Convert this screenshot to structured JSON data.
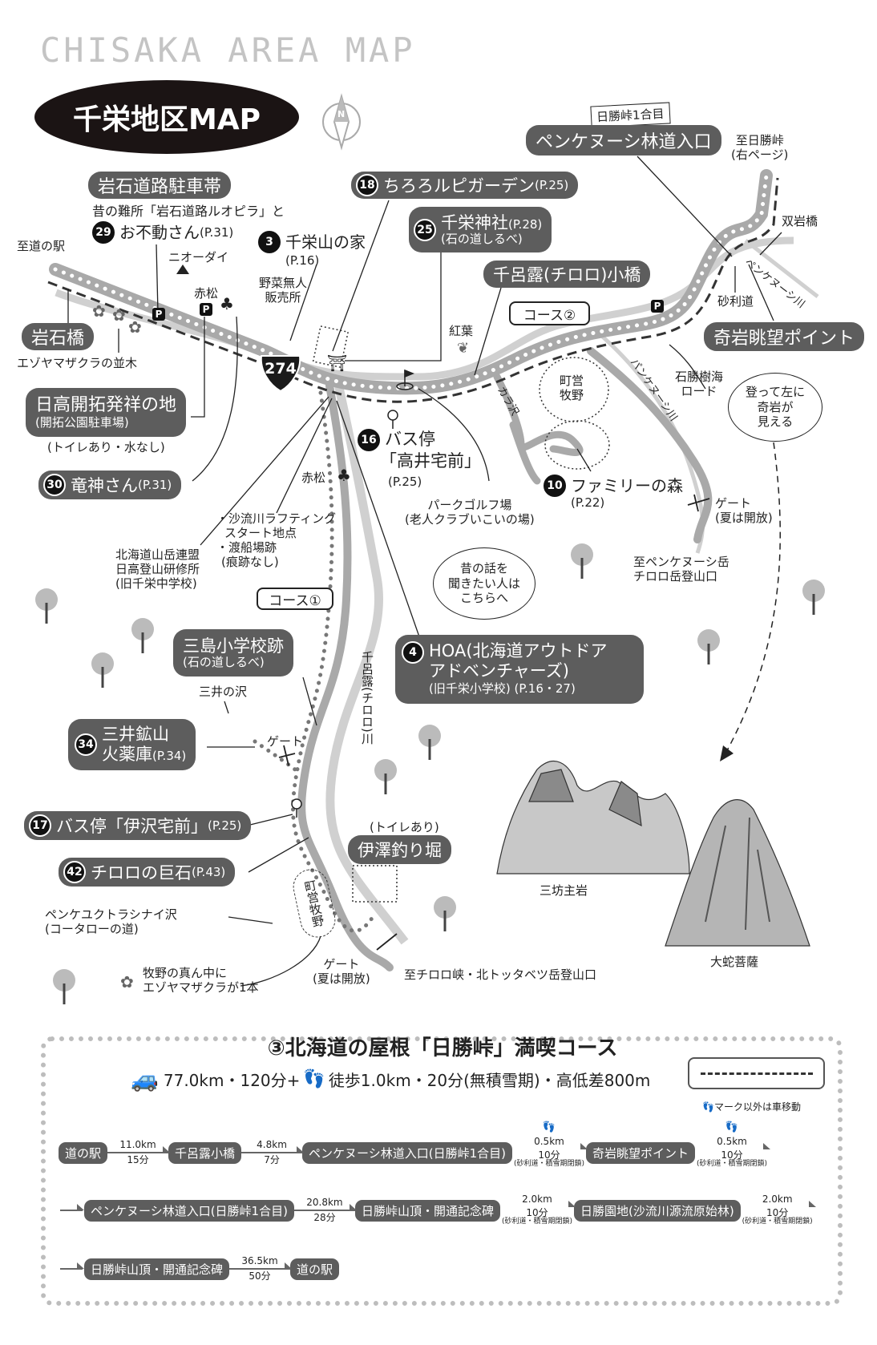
{
  "header": {
    "title_en": "CHISAKA AREA MAP",
    "title_jp": "千栄地区MAP",
    "compass": "N"
  },
  "map": {
    "iwaishi_parking": "岩石道路駐車帯",
    "fudou_note": "昔の難所「岩石道路ルオピラ」と",
    "fudou": {
      "num": "29",
      "name": "お不動さん",
      "page": "(P.31)"
    },
    "to_michinoeki": "至道の駅",
    "nioodai": "ニオーダイ",
    "akamatsu_1": "赤松",
    "chisakayama": {
      "num": "3",
      "name": "千栄山の家",
      "page": "(P.16)"
    },
    "vegetable_stand": [
      "野菜無人",
      "販売所"
    ],
    "iwaishi_bridge": "岩石橋",
    "ezoyamazakura_row": "エゾヤマザクラの並木",
    "route_number": "274",
    "hidaka_kaitaku": {
      "name": "日高開拓発祥の地",
      "sub": "(開拓公園駐車場)",
      "note": "(トイレあり・水なし)"
    },
    "ryujin": {
      "num": "30",
      "name": "竜神さん",
      "page": "(P.31)"
    },
    "chiroro_garden": {
      "num": "18",
      "name": "ちろろルピガーデン",
      "page": "(P.25)"
    },
    "chisaka_shrine": {
      "num": "25",
      "name": "千栄神社",
      "page": "(P.28)",
      "sub": "(石の道しるべ)"
    },
    "chiroro_kobashi": "千呂露(チロロ)小橋",
    "hidaka_1gome": "日勝峠1合目",
    "penkenushi_entrance": "ペンケヌーシ林道入口",
    "to_nissho": [
      "至日勝峠",
      "(右ページ)"
    ],
    "souganbashi": "双岩橋",
    "penkenushi_river": "ペンケヌーシ川",
    "jarimichi": "砂利道",
    "parking_icon": "P",
    "course2": "コース②",
    "kouyou": "紅葉",
    "kigan_point": "奇岩眺望ポイント",
    "sekisho_road": [
      "石勝樹海",
      "ロード"
    ],
    "pankenushi_river": "パンケヌーシ川",
    "kigan_bubble": [
      "登って左に",
      "奇岩が",
      "見える"
    ],
    "chouei_bokuya": [
      "町営",
      "牧野"
    ],
    "karasawa": "カラ沢",
    "bus_takai": {
      "num": "16",
      "name": "バス停",
      "sub": "「高井宅前」",
      "page": "(P.25)"
    },
    "family_forest": {
      "num": "10",
      "name": "ファミリーの森",
      "page": "(P.22)"
    },
    "park_golf": [
      "パークゴルフ場",
      "(老人クラブいこいの場)"
    ],
    "gate_1": [
      "ゲート",
      "(夏は開放)"
    ],
    "akamatsu_2": "赤松",
    "rafting": [
      "・沙流川ラフティング",
      "スタート地点",
      "・渡船場跡",
      "(痕跡なし)"
    ],
    "mountain_club": [
      "北海道山岳連盟",
      "日高登山研修所",
      "(旧千栄中学校)"
    ],
    "story_bubble": [
      "昔の話を",
      "聞きたい人は",
      "こちらへ"
    ],
    "to_penkenushi_dake": [
      "至ペンケヌーシ岳",
      "チロロ岳登山口"
    ],
    "course1": "コース①",
    "mishima_school": {
      "name": "三島小学校跡",
      "sub": "(石の道しるべ)"
    },
    "hoa": {
      "num": "4",
      "line1": "HOA(北海道アウトドア",
      "line2": "アドベンチャーズ)",
      "sub": "(旧千栄小学校) (P.16・27)"
    },
    "mitsui_sawa": "三井の沢",
    "mitsui_mine": {
      "num": "34",
      "line1": "三井鉱山",
      "line2": "火薬庫",
      "page": "(P.34)"
    },
    "gate_2": "ゲート",
    "chiroro_river": "千呂露(チロロ)川",
    "bus_izawa": {
      "num": "17",
      "name": "バス停「伊沢宅前」",
      "page": "(P.25)"
    },
    "izawa_toilet": "(トイレあり)",
    "izawa_pond": "伊澤釣り堀",
    "chiroro_rock": {
      "num": "42",
      "name": "チロロの巨石",
      "page": "(P.43)"
    },
    "chouei_bokuya_2": "町営牧野",
    "penke_sawa": [
      "ペンケユクトラシナイ沢",
      "(コータローの道)"
    ],
    "sakura_single": [
      "牧野の真ん中に",
      "エゾヤマザクラが1本"
    ],
    "gate_3": [
      "ゲート",
      "(夏は開放)"
    ],
    "to_chiroro": "至チロロ峡・北トッタベツ岳登山口",
    "sanbouzu": "三坊主岩",
    "daija_bosatsu": "大蛇菩薩"
  },
  "course": {
    "title": "③北海道の屋根「日勝峠」満喫コース",
    "car_summary": "77.0km・120分+",
    "walk_summary": "徒歩1.0km・20分(無積雪期)・高低差800m",
    "legend_note": "マーク以外は車移動",
    "rows": [
      {
        "lead": false,
        "items": [
          {
            "type": "stop",
            "label": "道の駅"
          },
          {
            "type": "leg",
            "dist": "11.0km",
            "time": "15分"
          },
          {
            "type": "stop",
            "label": "千呂露小橋"
          },
          {
            "type": "leg",
            "dist": "4.8km",
            "time": "7分"
          },
          {
            "type": "stop",
            "label": "ペンケヌーシ林道入口(日勝峠1合目)"
          },
          {
            "type": "leg",
            "dist": "0.5km",
            "time": "10分",
            "note": "(砂利道・積雪期閉鎖)",
            "walk": true
          },
          {
            "type": "stop",
            "label": "奇岩眺望ポイント"
          },
          {
            "type": "leg",
            "dist": "0.5km",
            "time": "10分",
            "note": "(砂利道・積雪期閉鎖)",
            "walk": true
          }
        ]
      },
      {
        "lead": true,
        "items": [
          {
            "type": "stop",
            "label": "ペンケヌーシ林道入口(日勝峠1合目)"
          },
          {
            "type": "leg",
            "dist": "20.8km",
            "time": "28分"
          },
          {
            "type": "stop",
            "label": "日勝峠山頂・開通記念碑"
          },
          {
            "type": "leg",
            "dist": "2.0km",
            "time": "10分",
            "note": "(砂利道・積雪期閉鎖)"
          },
          {
            "type": "stop",
            "label": "日勝園地(沙流川源流原始林)"
          },
          {
            "type": "leg",
            "dist": "2.0km",
            "time": "10分",
            "note": "(砂利道・積雪期閉鎖)"
          }
        ]
      },
      {
        "lead": true,
        "items": [
          {
            "type": "stop",
            "label": "日勝峠山頂・開通記念碑"
          },
          {
            "type": "leg",
            "dist": "36.5km",
            "time": "50分"
          },
          {
            "type": "stop",
            "label": "道の駅"
          }
        ]
      }
    ]
  },
  "colors": {
    "pill": "#5d5d5d",
    "road": "#a9a9a9",
    "river": "#d0d0d0",
    "title_en": "#c4c4c4"
  }
}
